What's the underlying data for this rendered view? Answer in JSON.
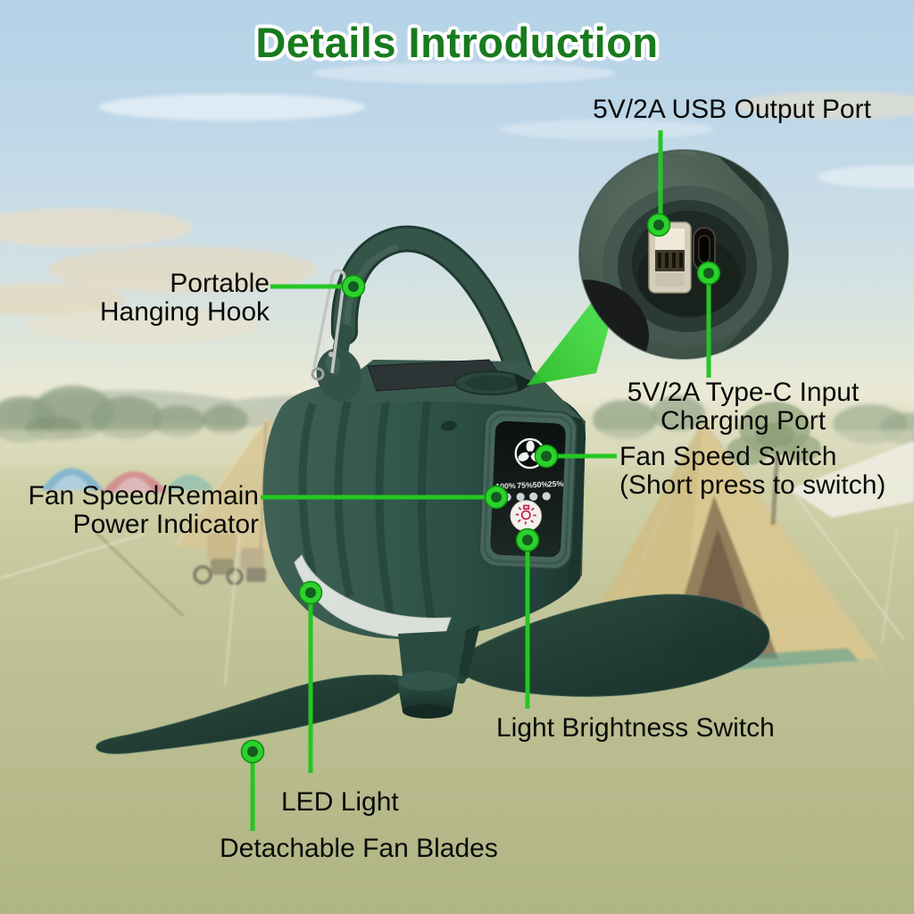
{
  "title": "Details Introduction",
  "labels": {
    "usb_output": "5V/2A USB Output Port",
    "typec_input": [
      "5V/2A Type-C Input",
      "Charging Port"
    ],
    "fan_speed_switch": [
      "Fan Speed Switch",
      "(Short press to switch)"
    ],
    "hanging_hook": [
      "Portable",
      "Hanging Hook"
    ],
    "power_indicator": [
      "Fan Speed/Remain",
      "Power Indicator"
    ],
    "light_switch": "Light Brightness Switch",
    "led_light": "LED Light",
    "fan_blades": "Detachable Fan Blades"
  },
  "control_panel": {
    "battery_levels": [
      "100%",
      "75%",
      "50%",
      "25%"
    ]
  },
  "icons": {
    "fan_button": "fan-icon",
    "light_button": "light-bulb-icon",
    "usb_port": "usb-a-port",
    "type_c_port": "usb-c-port",
    "callout_marker": "callout-dot"
  },
  "colors": {
    "title_green": "#187a1e",
    "callout_green": "#23c723",
    "marker_core_green": "#155c1f",
    "fan_body_green": "#30544a",
    "light_icon_pink": "#c11e56",
    "label_text": "#0a0a0a"
  }
}
